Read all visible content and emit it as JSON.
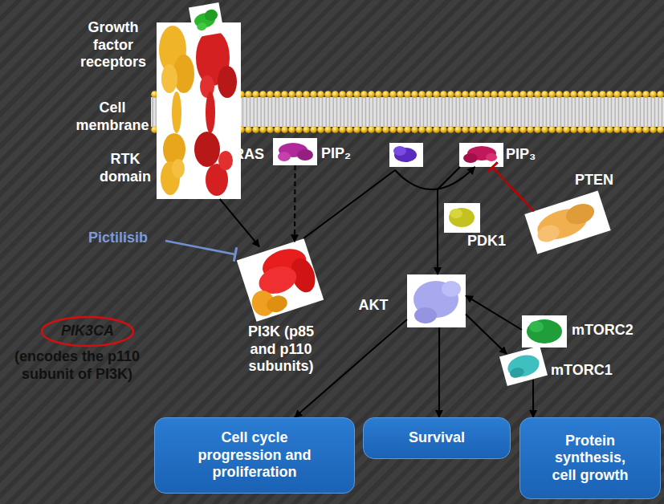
{
  "diagram": {
    "nodes": [
      {
        "text": [
          "Growth factor receptors",
          "RTK domain"
        ]
      },
      {
        "text": [
          "RAS"
        ]
      },
      {
        "text": [
          "PI3K (p85 and p110 subunits)"
        ]
      },
      {
        "text": [
          "PIP₃"
        ]
      },
      {
        "text": [
          "PTEN"
        ]
      },
      {
        "text": [
          "PDK1"
        ]
      },
      {
        "text": [
          "AKT"
        ]
      },
      {
        "text": [
          "mTORC2"
        ]
      },
      {
        "text": [
          "mTORC1"
        ]
      },
      {
        "text": [
          "Cell cycle progression and proliferation"
        ]
      },
      {
        "text": [
          "Survival"
        ]
      },
      {
        "text": [
          "Protein synthesis, cell growth"
        ]
      },
      {
        "text": [
          "PIK3CA"
        ]
      }
    ],
    "edges": [
      {
        "from": 0,
        "to": 2,
        "arrow": "to"
      },
      {
        "from": 1,
        "to": 2,
        "arrow": "to"
      },
      {
        "from": 2,
        "to": 3,
        "arrow": "to"
      },
      {
        "from": 4,
        "to": 3,
        "arrow": "to"
      },
      {
        "from": 3,
        "to": 6,
        "arrow": "to"
      },
      {
        "from": 6,
        "to": 9,
        "arrow": "to"
      },
      {
        "from": 6,
        "to": 10,
        "arrow": "to"
      },
      {
        "from": 6,
        "to": 8,
        "arrow": "to"
      },
      {
        "from": 7,
        "to": 6,
        "arrow": "to"
      },
      {
        "from": 8,
        "to": 11,
        "arrow": "to"
      }
    ],
    "labels": [
      "Cell membrane",
      "PIP₂",
      "Pictilisib",
      "(encodes the p110 subunit of PI3K)"
    ]
  }
}
